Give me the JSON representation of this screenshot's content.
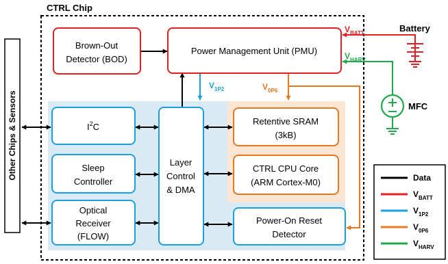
{
  "chip_title": "CTRL Chip",
  "side_block": "Other Chips & Sensors",
  "blocks": {
    "bod": [
      "Brown-Out",
      "Detector (BOD)"
    ],
    "pmu": "Power Management Unit (PMU)",
    "i2c_base": "I",
    "i2c_sup": "2",
    "i2c_tail": "C",
    "sleep": [
      "Sleep",
      "Controller"
    ],
    "optical": [
      "Optical",
      "Receiver",
      "(FLOW)"
    ],
    "layer": [
      "Layer",
      "Control",
      "& DMA"
    ],
    "sram": [
      "Retentive SRAM",
      "(3kB)"
    ],
    "cpu": [
      "CTRL CPU Core",
      "(ARM Cortex-M0)"
    ],
    "por": [
      "Power-On Reset",
      "Detector"
    ]
  },
  "sources": {
    "battery": "Battery",
    "mfc": "MFC"
  },
  "signals": {
    "vbatt": {
      "base": "V",
      "sub": "BATT"
    },
    "vharv": {
      "base": "V",
      "sub": "HARV"
    },
    "v1p2": {
      "base": "V",
      "sub": "1P2"
    },
    "v0p6": {
      "base": "V",
      "sub": "0P6"
    }
  },
  "legend": [
    {
      "base": "Data",
      "sub": "",
      "color": "#000000"
    },
    {
      "base": "V",
      "sub": "BATT",
      "color": "#e31e24"
    },
    {
      "base": "V",
      "sub": "1P2",
      "color": "#1aa0e0"
    },
    {
      "base": "V",
      "sub": "0P6",
      "color": "#e87722"
    },
    {
      "base": "V",
      "sub": "HARV",
      "color": "#1fa84a"
    }
  ],
  "colors": {
    "data": "#000000",
    "vbatt": "#e31e24",
    "v1p2": "#1aa0e0",
    "v0p6": "#e87722",
    "vharv": "#1fa84a",
    "blue_region": "#d9eaf4",
    "orange_region": "#fbe5d3"
  }
}
